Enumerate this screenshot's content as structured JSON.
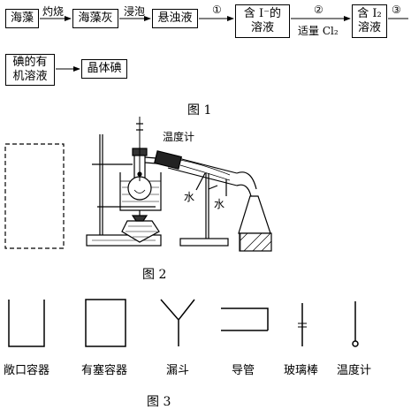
{
  "figure1": {
    "boxes": {
      "haizao": "海藻",
      "haizaohui": "海藻灰",
      "xuanzhuoye": "悬浊液",
      "hanI_line1": "含 I⁻的",
      "hanI_line2": "溶液",
      "hanI2_line1": "含 I₂",
      "hanI2_line2": "溶液",
      "organic_line1": "碘的有",
      "organic_line2": "机溶液",
      "crystal": "晶体碘"
    },
    "arrows": {
      "zhuoshao": "灼烧",
      "jinpao": "浸泡",
      "step1": "①",
      "step2": "②",
      "step2_below": "适量 Cl₂",
      "step3": "③"
    },
    "caption": "图 1"
  },
  "figure2": {
    "thermometer_label": "温度计",
    "water_in": "水",
    "water_out": "水",
    "caption": "图 2"
  },
  "figure3": {
    "items": [
      "敞口容器",
      "有塞容器",
      "漏斗",
      "导管",
      "玻璃棒",
      "温度计"
    ],
    "caption": "图 3"
  }
}
